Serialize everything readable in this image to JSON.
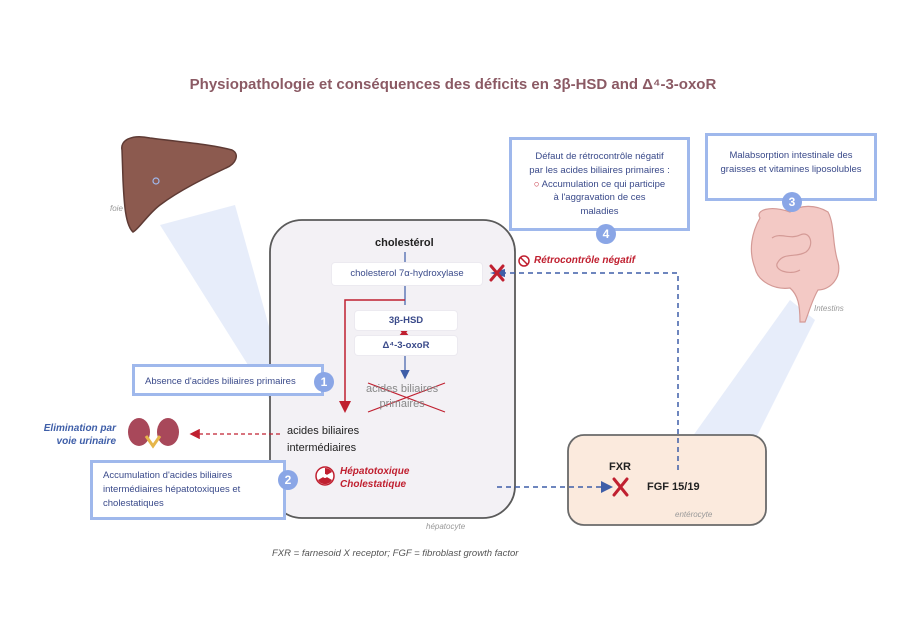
{
  "title": "Physiopathologie et conséquences des déficits en 3β-HSD and Δ⁴-3-oxoR",
  "organs": {
    "liver_label": "foie",
    "intestine_label": "Intestins"
  },
  "hepatocyte": {
    "label": "hépatocyte",
    "cholesterol": "cholestérol",
    "enzyme_7a": "cholesterol 7α-hydroxylase",
    "enzyme_3b": "3β-HSD",
    "enzyme_d4": "Δ⁴-3-oxoR",
    "primary_acids_line1": "acides biliaires",
    "primary_acids_line2": "primaires",
    "intermediate_acids_line1": "acides biliaires",
    "intermediate_acids_line2": "intermédiaires",
    "hepatotoxic_line1": "Hépatotoxique",
    "hepatotoxic_line2": "Cholestatique"
  },
  "enterocyte": {
    "label": "entérocyte",
    "fxr": "FXR",
    "fgf": "FGF 15/19"
  },
  "feedback_label": "Rétrocontrôle négatif",
  "elimination": {
    "line1": "Elimination par",
    "line2": "voie urinaire"
  },
  "callouts": [
    {
      "number": "1",
      "text": "Absence d'acides biliaires primaires"
    },
    {
      "number": "2",
      "line1": "Accumulation d'acides biliaires",
      "line2": "intermédiaires hépatotoxiques et",
      "line3": "cholestatiques"
    },
    {
      "number": "3",
      "line1": "Malabsorption intestinale des",
      "line2": "graisses et vitamines liposolubles"
    },
    {
      "number": "4",
      "line1": "Défaut de rétrocontrôle négatif",
      "line2": "par les acides biliaires primaires :",
      "line3": "Accumulation ce qui participe",
      "line4": "à l'aggravation de ces",
      "line5": "maladies"
    }
  ],
  "footnote": "FXR = farnesoid X receptor; FGF = fibroblast growth factor",
  "colors": {
    "title": "#8b5a64",
    "callout_border": "#9fb8ec",
    "callout_number": "#8aa6e6",
    "red": "#c02030",
    "blue_dash": "#3e5ea8",
    "hepatocyte_fill": "#f3f1f5",
    "enterocyte_fill": "#fbeadd"
  }
}
